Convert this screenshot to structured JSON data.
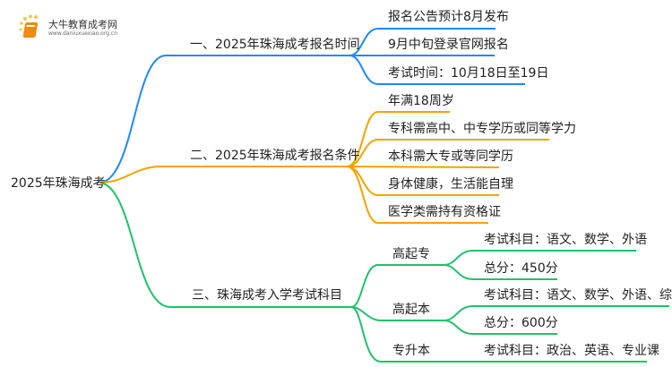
{
  "logo": {
    "title": "大牛教育成考网",
    "url": "www.daniuxuexiao.org.cn"
  },
  "root": "2025年珠海成考",
  "colors": {
    "blue": "#1e88ff",
    "orange": "#f5a300",
    "green": "#1ec36a"
  },
  "branches": [
    {
      "label": "一、2025年珠海成考报名时间",
      "children": [
        "报名公告预计8月发布",
        "9月中旬登录官网报名",
        "考试时间：10月18日至19日"
      ]
    },
    {
      "label": "二、2025年珠海成考报名条件",
      "children": [
        "年满18周岁",
        "专科需高中、中专学历或同等学力",
        "本科需大专或等同学历",
        "身体健康，生活能自理",
        "医学类需持有资格证"
      ]
    },
    {
      "label": "三、珠海成考入学考试科目",
      "children": [
        {
          "label": "高起专",
          "children": [
            "考试科目：语文、数学、外语",
            "总分：450分"
          ]
        },
        {
          "label": "高起本",
          "children": [
            "考试科目：语文、数学、外语、综合",
            "总分：600分"
          ]
        },
        {
          "label": "专升本",
          "children": [
            "考试科目：政治、英语、专业课"
          ]
        }
      ]
    }
  ]
}
